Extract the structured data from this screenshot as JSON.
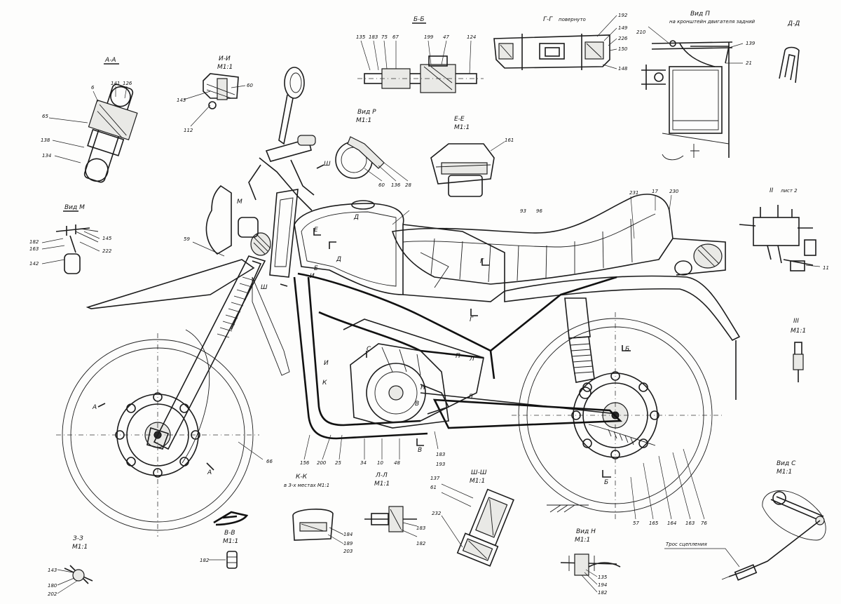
{
  "views": {
    "a_a": {
      "title": "А-А"
    },
    "i_i": {
      "title": "И-И",
      "scale": "М1:1"
    },
    "b_b": {
      "title": "Б-Б"
    },
    "g_g": {
      "title": "Г-Г",
      "note": "повернуто"
    },
    "vid_p": {
      "title": "Вид П",
      "note": "на кронштейн двигателя задний"
    },
    "d_d": {
      "title": "Д-Д"
    },
    "vid_r": {
      "title": "Вид Р",
      "scale": "М1:1"
    },
    "e_e": {
      "title": "Е-Е",
      "scale": "М1:1"
    },
    "vid_m": {
      "title": "Вид М"
    },
    "ii_sheet": {
      "title": "II",
      "note": "лист 2"
    },
    "iii": {
      "title": "III",
      "scale": "М1:1"
    },
    "k_k": {
      "title": "К-К",
      "note": "в 3-х местах М1:1"
    },
    "l_l": {
      "title": "Л-Л",
      "scale": "М1:1"
    },
    "sh_sh": {
      "title": "Ш-Ш",
      "scale": "М1:1"
    },
    "vid_s": {
      "title": "Вид С",
      "scale": "М1:1"
    },
    "z_z": {
      "title": "З-З",
      "scale": "М1:1"
    },
    "v_v": {
      "title": "В-В",
      "scale": "М1:1"
    },
    "vid_n": {
      "title": "Вид Н",
      "scale": "М1:1"
    }
  },
  "cable_label": "Трос сцепления",
  "callouts": {
    "a_a": [
      "6",
      "141",
      "126",
      "65",
      "138",
      "134"
    ],
    "i_i": [
      "143",
      "60",
      "112"
    ],
    "b_b": [
      "135",
      "183",
      "75",
      "67",
      "199",
      "47",
      "124"
    ],
    "g_g": [
      "192",
      "149",
      "226",
      "150",
      "148"
    ],
    "vid_p": [
      "210",
      "139",
      "21"
    ],
    "vid_r": [
      "60",
      "136",
      "28"
    ],
    "e_e": [
      "161"
    ],
    "vid_m": [
      "182",
      "163",
      "142",
      "145",
      "222"
    ],
    "main": [
      "59",
      "93",
      "96",
      "231",
      "17",
      "230",
      "66",
      "156",
      "200",
      "25",
      "34",
      "10",
      "48",
      "183",
      "193",
      "57",
      "165",
      "164",
      "163",
      "76"
    ],
    "ii_sheet": [
      "11"
    ],
    "k_k": [
      "184",
      "189",
      "203"
    ],
    "l_l": [
      "183",
      "182"
    ],
    "sh_sh": [
      "137",
      "61",
      "232"
    ],
    "z_z": [
      "143",
      "180",
      "202"
    ],
    "v_v": [
      "182"
    ],
    "vid_n": [
      "135",
      "194",
      "182"
    ]
  },
  "section_marks": [
    "А",
    "А",
    "Б",
    "Б",
    "В",
    "В",
    "Г",
    "Г",
    "Д",
    "Д",
    "Е",
    "Е",
    "Ш",
    "Ш",
    "И",
    "И",
    "К",
    "Л",
    "Л",
    "М",
    "Н",
    "П",
    "С"
  ]
}
